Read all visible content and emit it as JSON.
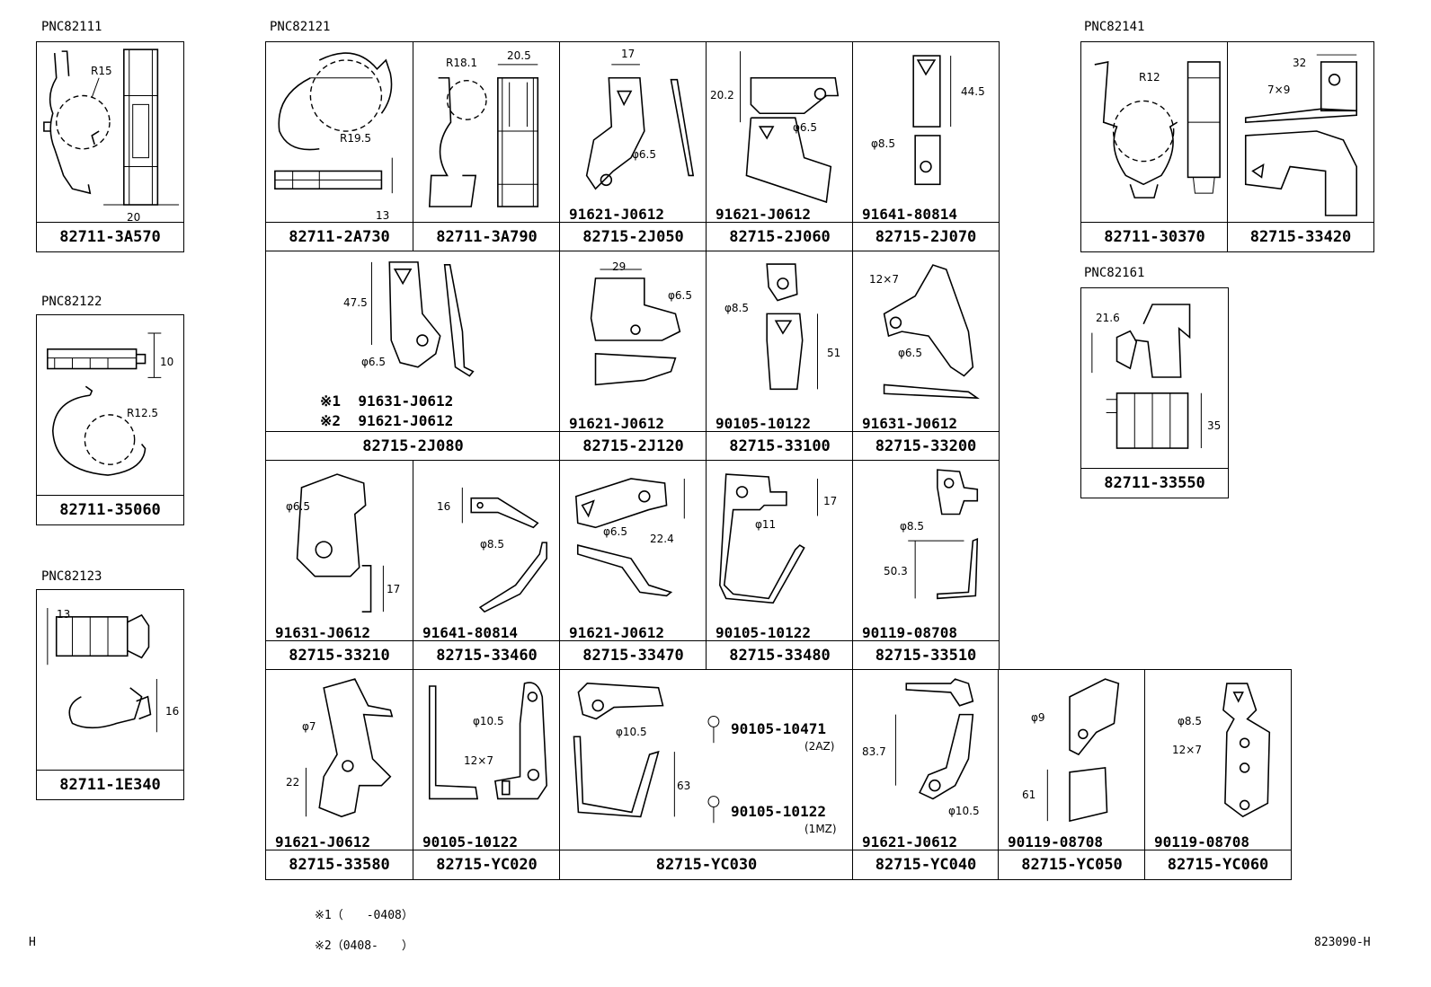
{
  "pnc": [
    "PNC82111",
    "PNC82121",
    "PNC82141",
    "PNC82122",
    "PNC82161",
    "PNC82123"
  ],
  "parts": {
    "p_3A570": "82711-3A570",
    "p_2A730": "82711-2A730",
    "p_3A790": "82711-3A790",
    "p_2J050": "82715-2J050",
    "p_2J060": "82715-2J060",
    "p_2J070": "82715-2J070",
    "p_30370": "82711-30370",
    "p_33420": "82715-33420",
    "p_35060": "82711-35060",
    "p_2J080": "82715-2J080",
    "p_2J120": "82715-2J120",
    "p_33100": "82715-33100",
    "p_33200": "82715-33200",
    "p_33550": "82711-33550",
    "p_1E340": "82711-1E340",
    "p_33210": "82715-33210",
    "p_33460": "82715-33460",
    "p_33470": "82715-33470",
    "p_33480": "82715-33480",
    "p_33510": "82715-33510",
    "p_33580": "82715-33580",
    "p_YC020": "82715-YC020",
    "p_YC030": "82715-YC030",
    "p_YC040": "82715-YC040",
    "p_YC050": "82715-YC050",
    "p_YC060": "82715-YC060"
  },
  "bolts": {
    "b1": "91621-J0612",
    "b2": "91621-J0612",
    "b3": "91641-80814",
    "b4": "91621-J0612",
    "b5": "90105-10122",
    "b6": "91631-J0612",
    "b7": "91631-J0612",
    "b8": "91641-80814",
    "b9": "91621-J0612",
    "b10": "90105-10122",
    "b11": "90119-08708",
    "b12": "91621-J0612",
    "b13": "90105-10122",
    "b14": "90105-10471",
    "b15": "90105-10122",
    "b16": "91621-J0612",
    "b17": "90119-08708",
    "b18": "90119-08708",
    "b2j080a": "91631-J0612",
    "b2j080b": "91621-J0612"
  },
  "marks": {
    "m1": "※1",
    "m2": "※2"
  },
  "engines": {
    "e1": "(2AZ)",
    "e2": "(1MZ)"
  },
  "dims": {
    "d_r15": "R15",
    "d_20": "20",
    "d_r191": "R18.1",
    "d_205": "20.5",
    "d_r195": "R19.5",
    "d_13a": "13",
    "d_17a": "17",
    "d_65a": "φ6.5",
    "d_202": "20.2",
    "d_65b": "φ6.5",
    "d_445": "44.5",
    "d_85a": "φ8.5",
    "d_r12": "R12",
    "d_32": "32",
    "d_7x9": "7×9",
    "d_10": "10",
    "d_r125": "R12.5",
    "d_216": "21.6",
    "d_35": "35",
    "d_475": "47.5",
    "d_65c": "φ6.5",
    "d_29": "29",
    "d_65d": "φ6.5",
    "d_85b": "φ8.5",
    "d_51": "51",
    "d_12x7a": "12×7",
    "d_65e": "φ6.5",
    "d_13b": "13",
    "d_16a": "16",
    "d_65f": "φ6.5",
    "d_17b": "17",
    "d_16b": "16",
    "d_85c": "φ8.5",
    "d_65g": "φ6.5",
    "d_224": "22.4",
    "d_17c": "17",
    "d_11": "φ11",
    "d_85d": "φ8.5",
    "d_503": "50.3",
    "d_7": "φ7",
    "d_22": "22",
    "d_105a": "φ10.5",
    "d_12x7b": "12×7",
    "d_105b": "φ10.5",
    "d_63": "63",
    "d_837": "83.7",
    "d_105c": "φ10.5",
    "d_9": "φ9",
    "d_61": "61",
    "d_85e": "φ8.5",
    "d_12x7c": "12×7"
  },
  "footnotes": {
    "f1": "※1（　　-0408）",
    "f2": "※2（0408-　　）"
  },
  "corner_left": "H",
  "corner_right": "823090-H"
}
